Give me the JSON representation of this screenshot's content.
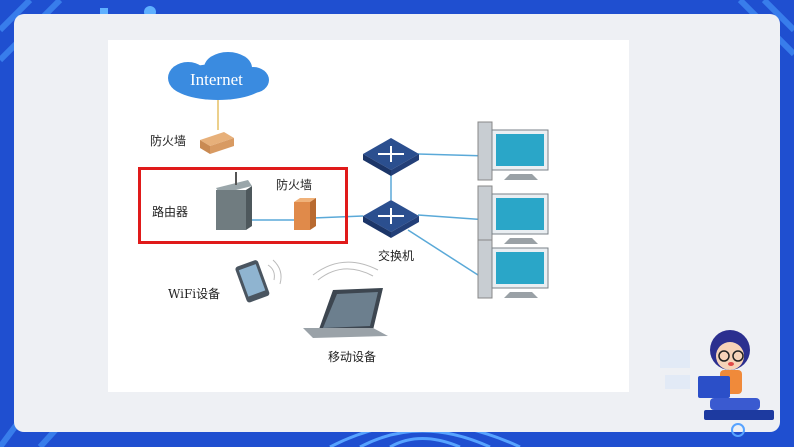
{
  "diagram": {
    "internet_label": "Internet",
    "firewall_top_label": "防火墙",
    "router_label": "路由器",
    "firewall_inner_label": "防火墙",
    "switch_label": "交换机",
    "wifi_label": "WiFi设备",
    "mobile_label": "移动设备"
  },
  "colors": {
    "background": "#1f4fd0",
    "card": "#eef0f4",
    "highlight": "#e01a1a",
    "cloud": "#3a8be0",
    "switch": "#2b4f8f"
  }
}
